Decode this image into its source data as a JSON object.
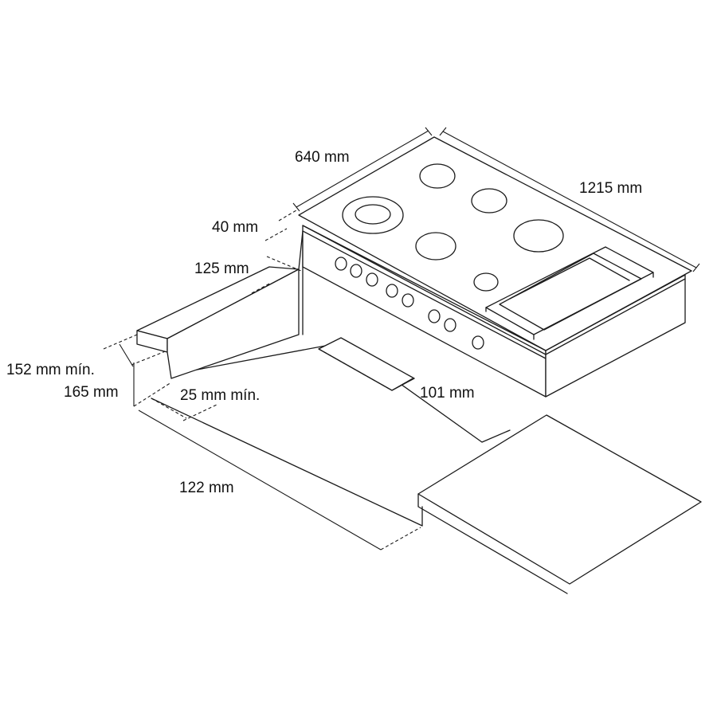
{
  "dimensions": {
    "depth": "640 mm",
    "width": "1215 mm",
    "front_offset": "40 mm",
    "shelf_depth": "125 mm",
    "clearance_min": "152 mm mín.",
    "height": "165 mm",
    "side_gap_min": "25 mm mín.",
    "cutout_depth": "101 mm",
    "cabinet_gap": "122 mm"
  },
  "colors": {
    "line": "#1a1a1a",
    "background": "#ffffff"
  }
}
